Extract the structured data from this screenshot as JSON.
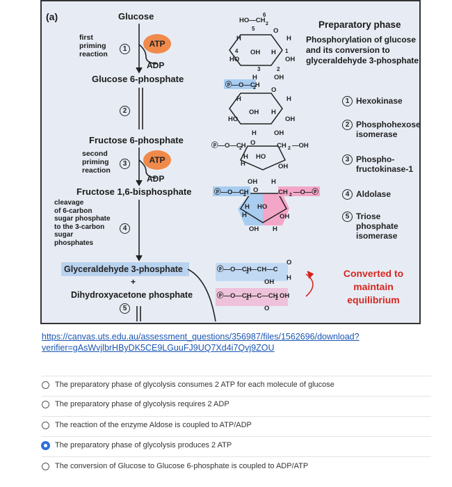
{
  "figure": {
    "panel_label": "(a)",
    "glucose": "Glucose",
    "first_priming": [
      "first",
      "priming",
      "reaction"
    ],
    "atp1": "ATP",
    "adp1": "ADP",
    "g6p": "Glucose 6-phosphate",
    "f6p": "Fructose 6-phosphate",
    "second_priming": [
      "second",
      "priming",
      "reaction"
    ],
    "atp2": "ATP",
    "adp2": "ADP",
    "f16bp": "Fructose 1,6-bisphosphate",
    "cleavage": [
      "cleavage",
      "of 6-carbon",
      "sugar phosphate",
      "to the 3-carbon",
      "sugar",
      "phosphates"
    ],
    "g3p": "Glyceraldehyde 3-phosphate",
    "plus": "+",
    "dhap": "Dihydroxyacetone phosphate",
    "title": "Preparatory phase",
    "subtitle": [
      "Phosphorylation of glucose",
      "and its conversion to",
      "glyceraldehyde 3-phosphate"
    ],
    "enzymes": [
      "Hexokinase",
      "Phosphohexose isomerase",
      "Phospho-fructokinase-1",
      "Aldolase",
      "Triose phosphate isomerase"
    ],
    "converted": [
      "Converted to",
      "maintain",
      "equilibrium"
    ],
    "colors": {
      "atp": "#f08a4b",
      "blue": "#a9cdf0",
      "pink": "#f4a6c8",
      "red": "#d6271f",
      "link": "#1a55b3"
    }
  },
  "link": {
    "line1": "https://canvas.uts.edu.au/assessment_questions/356987/files/1562696/download?",
    "line2": "verifier=gAsWvjlbrHByDK5CE9LGuuFJ9UQ7Xd4i7Qvj9ZOU"
  },
  "options": [
    {
      "text": "The preparatory phase of glycolysis consumes 2 ATP for each molecule of glucose",
      "selected": false
    },
    {
      "text": "The preparatory phase of glycolysis requires 2 ADP",
      "selected": false
    },
    {
      "text": "The reaction of the enzyme Aldose is coupled to ATP/ADP",
      "selected": false
    },
    {
      "text": "The preparatory phase of glycolysis produces 2 ATP",
      "selected": true
    },
    {
      "text": "The conversion of Glucose to Glucose 6-phosphate is coupled to ADP/ATP",
      "selected": false
    }
  ]
}
